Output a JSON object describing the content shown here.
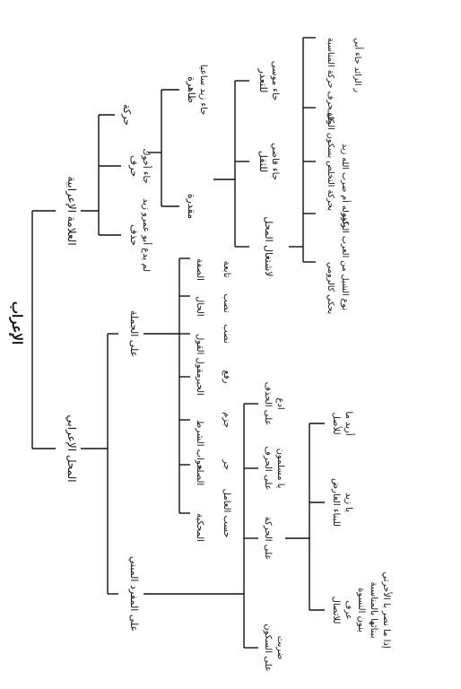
{
  "root": "الإعراب",
  "branches": {
    "sign": {
      "label": "العلامة الإعرابية",
      "kinds": {
        "movement": {
          "label": "حركة"
        },
        "letter": {
          "label": "حرف",
          "example": "جاء أخوك"
        },
        "deletion": {
          "label": "حذف",
          "example": "لم يدع أبو عمرو زيد"
        }
      },
      "case": {
        "explicit": {
          "label": "ظاهرة",
          "example": "جاء زيد ساعيا"
        },
        "implied": {
          "label": "مقدرة",
          "reasons": {
            "tooHard": {
              "label": "للتعذر",
              "example": "جاء موسى"
            },
            "heaviness": {
              "label": "للثقل",
              "example": "جاء قاضي"
            },
            "occupation": {
              "label": "لاشتغال المحل",
              "cases": {
                "proper": {
                  "text": "كل حرف حركة المناسبة"
                },
                "stop": {
                  "text": "بحركة التخلص بسكون الوقف"
                },
                "redundant": {
                  "text": "ر الزائد جاء أبي"
                },
                "cite": {
                  "text": "كقوله أم ضرب الله زيد"
                },
                "relate": {
                  "text": "نوع الشيل من العرب الوارد"
                },
                "story": {
                  "text": "بحكي كالرومي"
                }
              }
            }
          }
        }
      }
    },
    "position": {
      "label": "المحل الإعرابي",
      "sentence": {
        "label": "على الجملة",
        "items": [
          "الصفة",
          "الحال",
          "مقول القول",
          "الخبر",
          "جواب الشرط",
          "الصلة",
          "المحكية"
        ],
        "states": [
          "تابعة",
          "نصب",
          "نصب",
          "رفع",
          "جزم",
          "جر",
          "حسب العامل"
        ]
      },
      "single": {
        "label": "على المفرد المبني",
        "forms": {
          "sukun": {
            "label": "على السكون",
            "example": "ضربت"
          },
          "haraka": {
            "label": "على الحركة"
          },
          "letter": {
            "label": "على الحرف",
            "example": "يا مسلمون"
          },
          "hadhf": {
            "label": "على الحذف",
            "example": "ادع"
          }
        },
        "types": {
          "original": {
            "label": "للأصل",
            "example": "أريد ما"
          },
          "similar": {
            "label": "للبناء العارض",
            "example": "يا زيد"
          },
          "connect": {
            "label": "للاتصال",
            "example": "بنون النسوة"
          },
          "particle": {
            "label": "عرف",
            "example": "ببنائها بالمناسبة"
          },
          "note": {
            "label": "إذا ما نصر با الأخرتي"
          }
        }
      }
    }
  }
}
